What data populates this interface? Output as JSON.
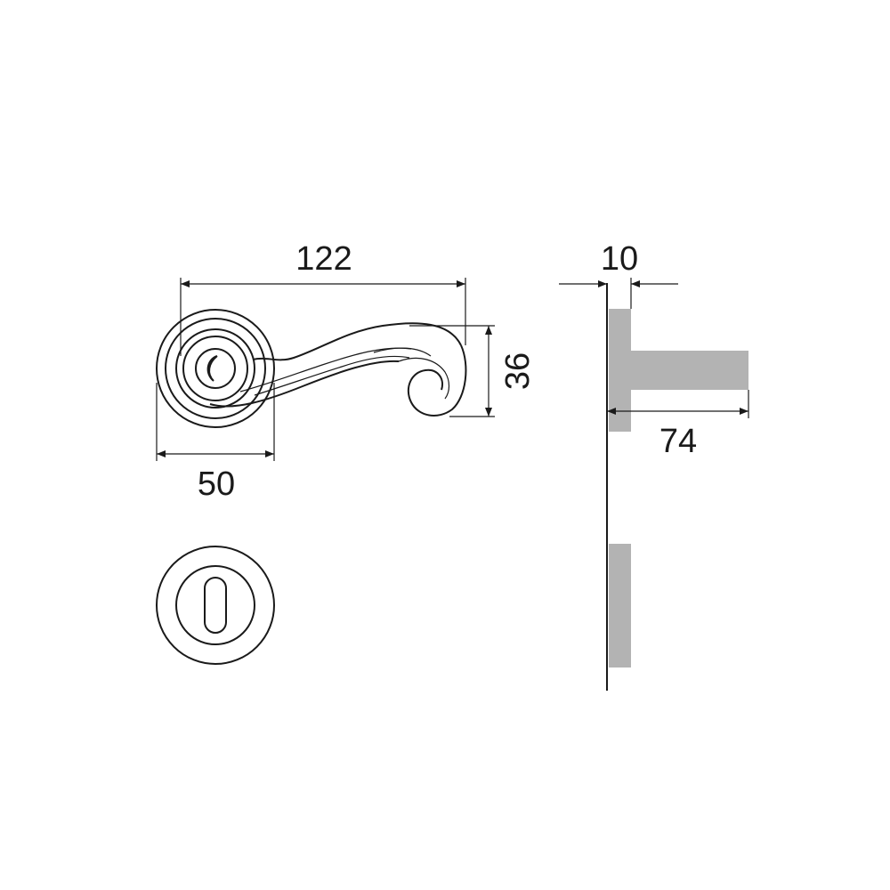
{
  "dimensions": {
    "handle_length": "122",
    "handle_height": "36",
    "rose_diameter": "50",
    "rose_thickness": "10",
    "projection": "74"
  },
  "colors": {
    "line": "#1a1a1a",
    "section_fill": "#b3b3b3",
    "background": "#ffffff"
  },
  "views": [
    "front-view-handle",
    "front-view-escutcheon",
    "side-section-view"
  ]
}
